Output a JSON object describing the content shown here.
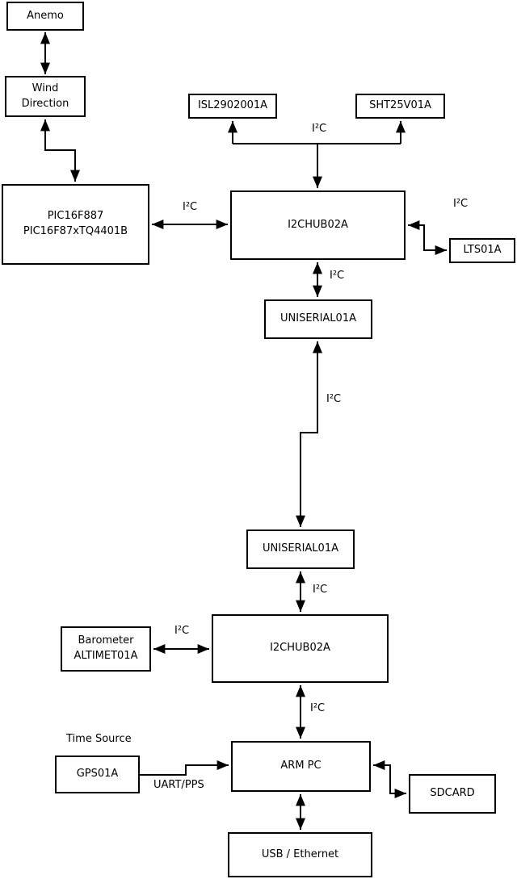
{
  "diagram": {
    "type": "block-diagram",
    "colors": {
      "line": "#000000",
      "box_fill": "#ffffff",
      "background": "#ffffff",
      "text": "#000000"
    },
    "nodes": {
      "anemo": {
        "label": "Anemo"
      },
      "wind_direction": {
        "label": "Wind\nDirection"
      },
      "pic": {
        "label": "PIC16F887\nPIC16F87xTQ4401B"
      },
      "isl": {
        "label": "ISL2902001A"
      },
      "sht": {
        "label": "SHT25V01A"
      },
      "i2c_hub_1": {
        "label": "I2CHUB02A"
      },
      "lts": {
        "label": "LTS01A"
      },
      "uniserial_1": {
        "label": "UNISERIAL01A"
      },
      "uniserial_2": {
        "label": "UNISERIAL01A"
      },
      "i2c_hub_2": {
        "label": "I2CHUB02A"
      },
      "barometer": {
        "label": "Barometer\nALTIMET01A"
      },
      "gps": {
        "label": "GPS01A"
      },
      "arm_pc": {
        "label": "ARM PC"
      },
      "sdcard": {
        "label": "SDCARD"
      },
      "usb_ethernet": {
        "label": "USB / Ethernet"
      }
    },
    "labels": {
      "i2c": "I²C",
      "time_source": "Time Source",
      "uart_pps": "UART/PPS"
    }
  }
}
